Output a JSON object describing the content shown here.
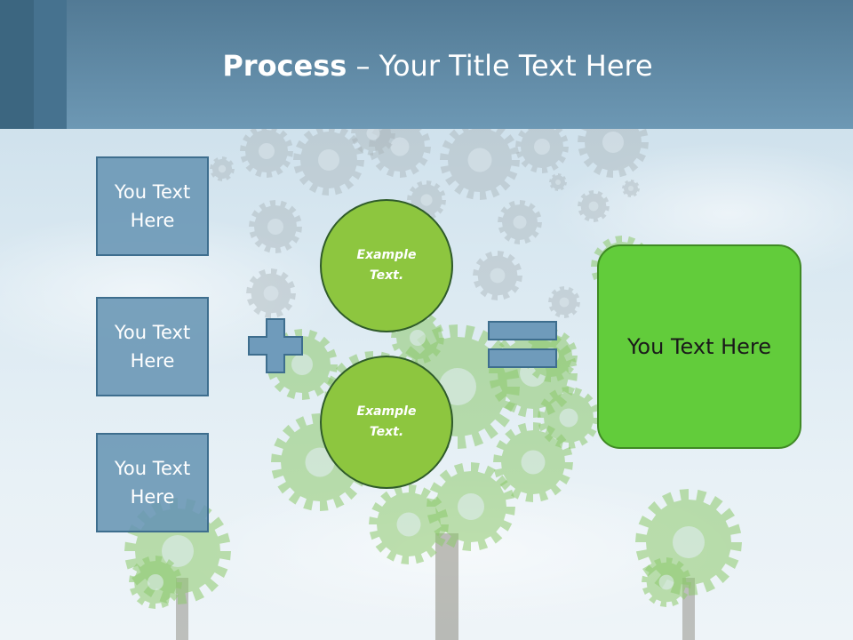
{
  "title": {
    "bold": "Process",
    "rest": " – Your Title Text Here"
  },
  "boxes": [
    {
      "label": "You Text Here"
    },
    {
      "label": "You Text Here"
    },
    {
      "label": "You Text Here"
    }
  ],
  "circles": [
    {
      "label": "Example Text."
    },
    {
      "label": "Example Text."
    }
  ],
  "result": {
    "label": "You Text Here"
  },
  "icons": {
    "plus": "plus-icon",
    "equals": "equals-icon",
    "background": "gear-tree-icon"
  },
  "colors": {
    "header": "#5f8aa7",
    "box_fill": "#6895b4",
    "circle_fill": "#8dc63f",
    "result_fill": "#62cc3b",
    "operator_fill": "#6f9bbb"
  }
}
